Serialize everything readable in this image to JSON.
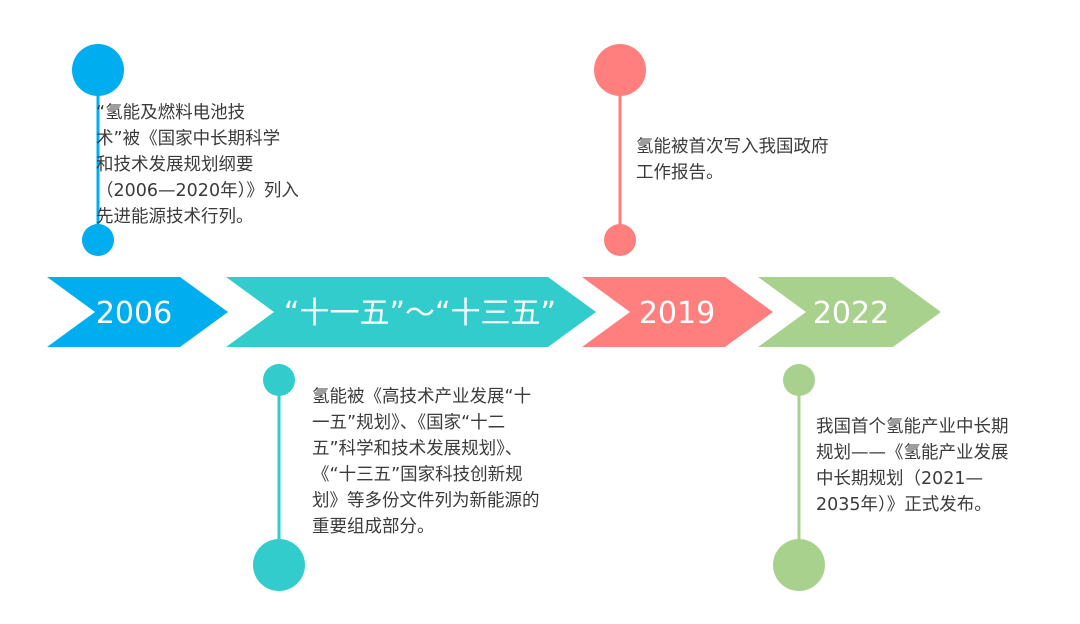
{
  "milestones": [
    {
      "label": "2006",
      "color": "#00aeef",
      "text": "“氢能及燃料电池技\n术”被《国家中长期科学\n和技术发展规划纲要\n（2006—2020年）》列入\n先进能源技术行列。"
    },
    {
      "label": "“十一五”～“十三五”",
      "color": "#33cccc",
      "text": "氢能被《高技术产业发展“十\n一五”规划》、《国家“十二\n五”科学和技术发展规划》、\n《“十三五”国家科技创新规\n划》等多份文件列为新能源的\n重要组成部分。"
    },
    {
      "label": "2019",
      "color": "#ff7f7f",
      "text": "氢能被首次写入我国政府\n工作报告。"
    },
    {
      "label": "2022",
      "color": "#a9d18e",
      "text": "我国首个氢能产业中长期\n规划——《氢能产业发展\n中长期规划（2021—\n2035年）》正式发布。"
    }
  ]
}
